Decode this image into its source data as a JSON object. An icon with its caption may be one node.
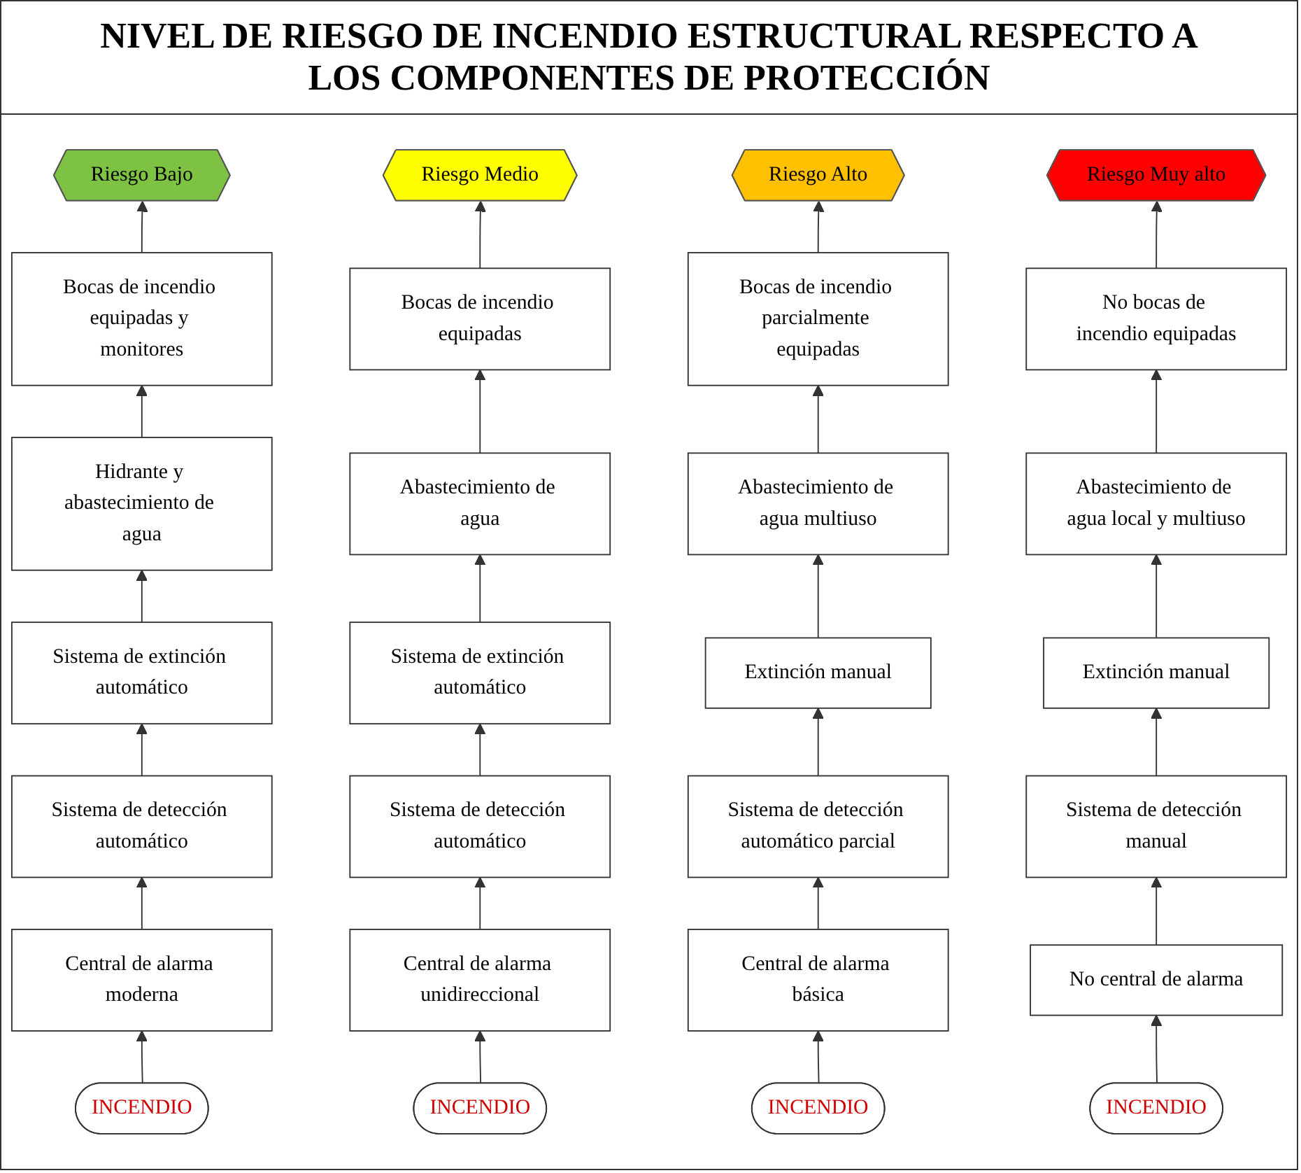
{
  "diagram": {
    "title": "NIVEL DE RIESGO DE INCENDIO ESTRUCTURAL RESPECTO A LOS COMPONENTES DE PROTECCIÓN",
    "nodes": [
      {
        "text": [
          "Riesgo Bajo"
        ]
      },
      {
        "text": [
          "Bocas de incendio equipadas y monitores"
        ]
      },
      {
        "text": [
          "Hidrante y abastecimiento de agua"
        ]
      },
      {
        "text": [
          "Sistema de extinción automático"
        ]
      },
      {
        "text": [
          "Sistema de detección automático"
        ]
      },
      {
        "text": [
          "Central de alarma moderna"
        ]
      },
      {
        "text": [
          "INCENDIO"
        ]
      },
      {
        "text": [
          "Riesgo Medio"
        ]
      },
      {
        "text": [
          "Bocas de incendio equipadas"
        ]
      },
      {
        "text": [
          "Abastecimiento de agua"
        ]
      },
      {
        "text": [
          "Sistema de extinción automático"
        ]
      },
      {
        "text": [
          "Sistema de detección automático"
        ]
      },
      {
        "text": [
          "Central de alarma unidireccional"
        ]
      },
      {
        "text": [
          "INCENDIO"
        ]
      },
      {
        "text": [
          "Riesgo Alto"
        ]
      },
      {
        "text": [
          "Bocas de incendio parcialmente equipadas"
        ]
      },
      {
        "text": [
          "Abastecimiento de agua multiuso"
        ]
      },
      {
        "text": [
          "Extinción manual"
        ]
      },
      {
        "text": [
          "Sistema de detección automático parcial"
        ]
      },
      {
        "text": [
          "Central de alarma básica"
        ]
      },
      {
        "text": [
          "INCENDIO"
        ]
      },
      {
        "text": [
          "Riesgo Muy alto"
        ]
      },
      {
        "text": [
          "No bocas de incendio equipadas"
        ]
      },
      {
        "text": [
          "Abastecimiento de agua local y multiuso"
        ]
      },
      {
        "text": [
          "Extinción manual"
        ]
      },
      {
        "text": [
          "Sistema de detección manual"
        ]
      },
      {
        "text": [
          "No central de alarma"
        ]
      },
      {
        "text": [
          "INCENDIO"
        ]
      }
    ],
    "edges": [
      {
        "from": 6,
        "to": 5,
        "arrow": "to"
      },
      {
        "from": 5,
        "to": 4,
        "arrow": "to"
      },
      {
        "from": 4,
        "to": 3,
        "arrow": "to"
      },
      {
        "from": 3,
        "to": 2,
        "arrow": "to"
      },
      {
        "from": 2,
        "to": 1,
        "arrow": "to"
      },
      {
        "from": 1,
        "to": 0,
        "arrow": "to"
      },
      {
        "from": 13,
        "to": 12,
        "arrow": "to"
      },
      {
        "from": 12,
        "to": 11,
        "arrow": "to"
      },
      {
        "from": 11,
        "to": 10,
        "arrow": "to"
      },
      {
        "from": 10,
        "to": 9,
        "arrow": "to"
      },
      {
        "from": 9,
        "to": 8,
        "arrow": "to"
      },
      {
        "from": 8,
        "to": 7,
        "arrow": "to"
      },
      {
        "from": 20,
        "to": 19,
        "arrow": "to"
      },
      {
        "from": 19,
        "to": 18,
        "arrow": "to"
      },
      {
        "from": 18,
        "to": 17,
        "arrow": "to"
      },
      {
        "from": 17,
        "to": 16,
        "arrow": "to"
      },
      {
        "from": 16,
        "to": 15,
        "arrow": "to"
      },
      {
        "from": 15,
        "to": 14,
        "arrow": "to"
      },
      {
        "from": 27,
        "to": 26,
        "arrow": "to"
      },
      {
        "from": 26,
        "to": 25,
        "arrow": "to"
      },
      {
        "from": 25,
        "to": 24,
        "arrow": "to"
      },
      {
        "from": 24,
        "to": 23,
        "arrow": "to"
      },
      {
        "from": 23,
        "to": 22,
        "arrow": "to"
      },
      {
        "from": 22,
        "to": 21,
        "arrow": "to"
      }
    ]
  }
}
